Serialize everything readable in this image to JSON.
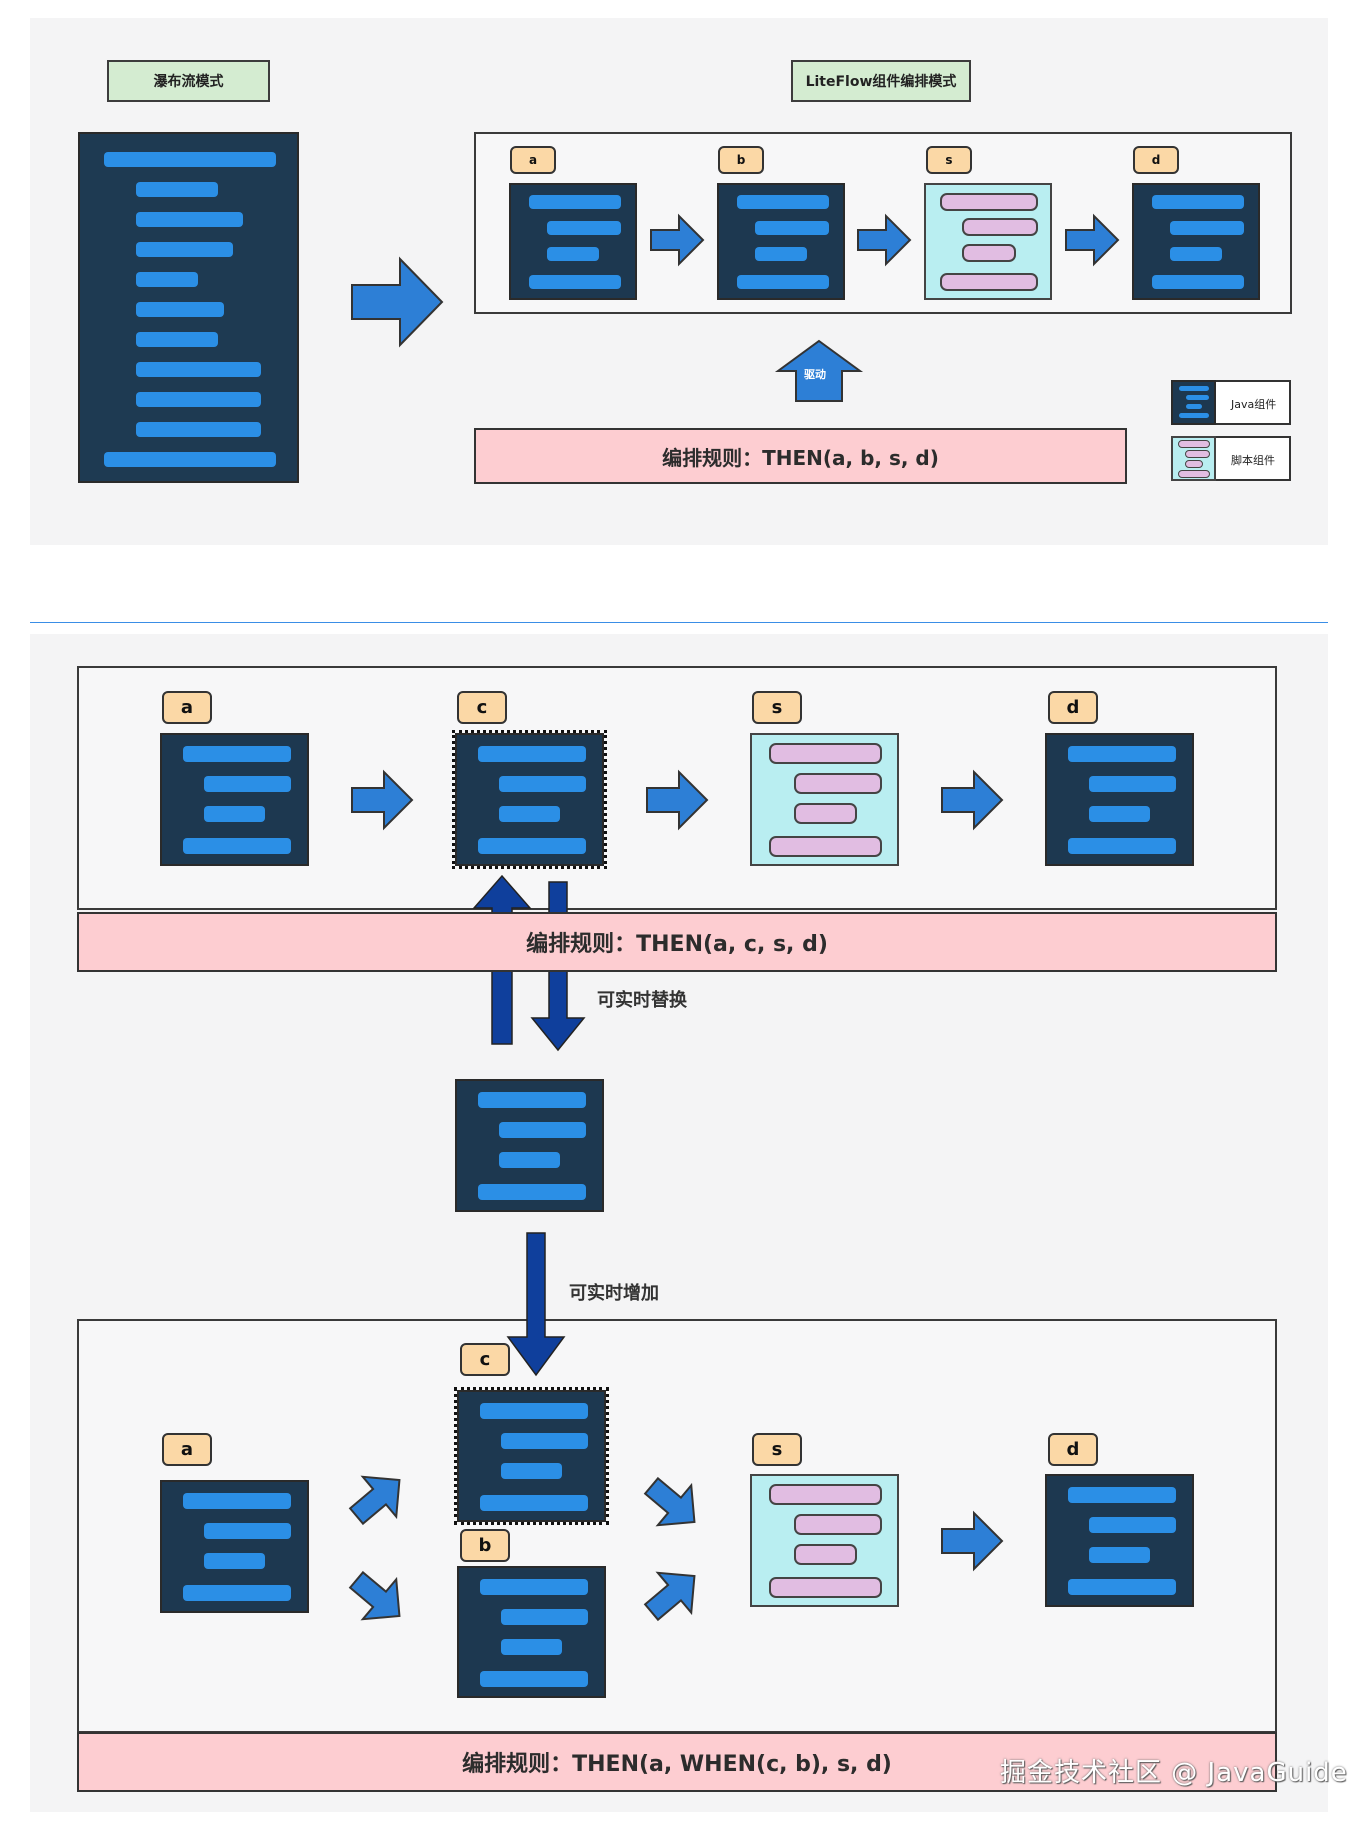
{
  "top": {
    "left_label": "瀑布流模式",
    "right_label": "LiteFlow组件编排模式",
    "tags": [
      "a",
      "b",
      "s",
      "d"
    ],
    "drive_label": "驱动",
    "rule": "编排规则：THEN(a, b, s, d)",
    "legend": {
      "java": "Java组件",
      "script": "脚本组件"
    }
  },
  "middle": {
    "tags": [
      "a",
      "c",
      "s",
      "d"
    ],
    "rule": "编排规则：THEN(a, c, s, d)",
    "replace_label": "可实时替换",
    "add_label": "可实时增加"
  },
  "bottom": {
    "tags": {
      "a": "a",
      "c": "c",
      "b": "b",
      "s": "s",
      "d": "d"
    },
    "rule": "编排规则：THEN(a, WHEN(c, b), s, d)"
  },
  "watermark": "掘金技术社区 @ JavaGuide",
  "colors": {
    "panel": "#f4f4f5",
    "java_bg": "#1d3850",
    "java_bar": "#2b8fe6",
    "script_bg": "#b9eef1",
    "script_bar": "#e1bde2",
    "rule_bg": "#fdcdd1",
    "tag_bg": "#fbd8a6",
    "green_label": "#d4ecd1",
    "arrow": "#2d7fd6",
    "arrow_dark": "#0f3f9c"
  }
}
